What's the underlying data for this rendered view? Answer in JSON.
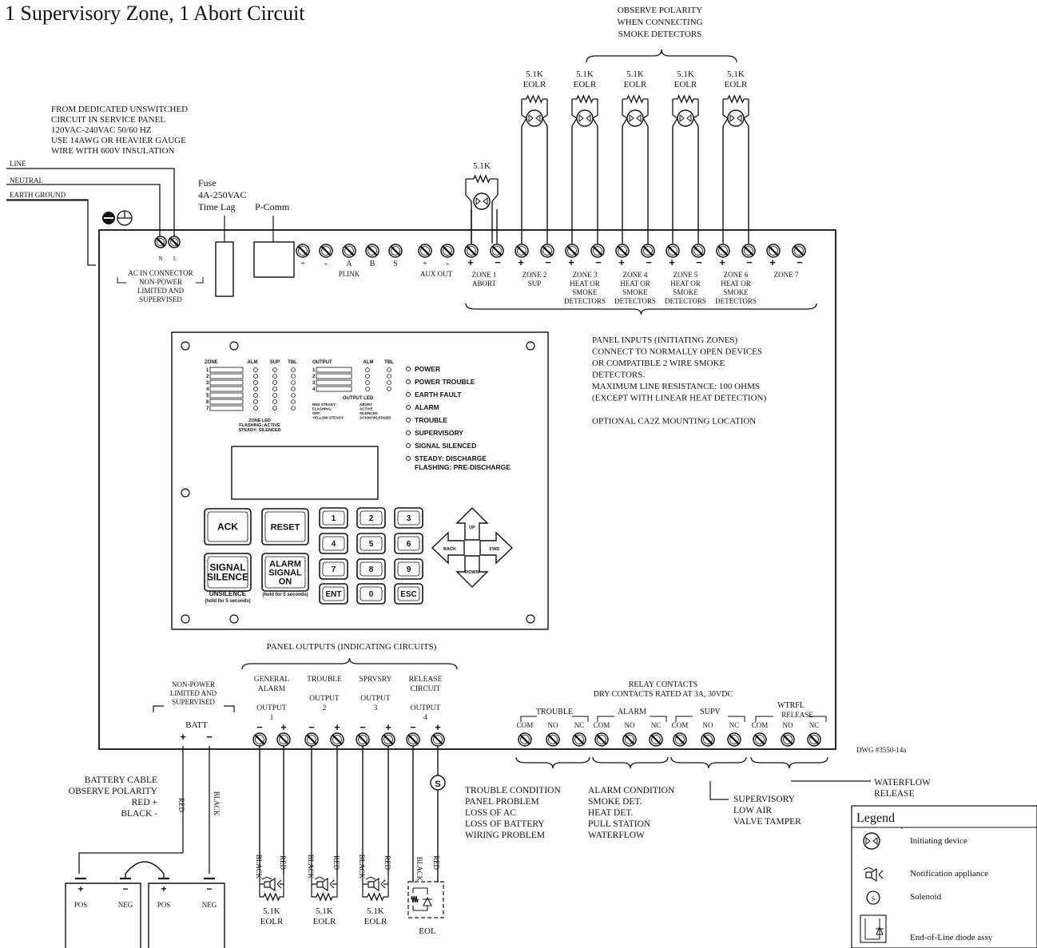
{
  "header": {
    "title": "1 Supervisory Zone, 1 Abort Circuit",
    "observe_note": [
      "OBSERVE POLARITY",
      "WHEN CONNECTING",
      "SMOKE DETECTORS"
    ],
    "eolr_label": [
      "5.1K",
      "EOLR"
    ],
    "abort_resistor": "5.1K"
  },
  "ac_input": {
    "note": [
      "FROM DEDICATED UNSWITCHED",
      "CIRCUIT IN SERVICE PANEL",
      "120VAC-240VAC 50/60 HZ",
      "USE 14AWG OR HEAVIER GAUGE",
      "WIRE WITH 600V INSULATION"
    ],
    "line": "LINE",
    "neutral": "NEUTRAL",
    "earth": "EARTH GROUND",
    "n": "N",
    "l": "L",
    "connector": [
      "AC IN CONNECTOR",
      "NON-POWER",
      "LIMITED AND",
      "SUPERVISED"
    ]
  },
  "fuse": [
    "Fuse",
    "4A-250VAC",
    "Time Lag"
  ],
  "pcomm": "P-Comm",
  "top_terminals": {
    "plink_marks": [
      "+",
      "-",
      "A",
      "B",
      "S"
    ],
    "plink": "PLINK",
    "aux_marks": [
      "+",
      "-"
    ],
    "aux": "AUX OUT",
    "zones": [
      {
        "lines": [
          "ZONE 1",
          "ABORT"
        ]
      },
      {
        "lines": [
          "ZONE 2",
          "SUP"
        ]
      },
      {
        "lines": [
          "ZONE 3",
          "HEAT OR",
          "SMOKE",
          "DETECTORS"
        ]
      },
      {
        "lines": [
          "ZONE 4",
          "HEAT OR",
          "SMOKE",
          "DETECTORS"
        ]
      },
      {
        "lines": [
          "ZONE 5",
          "HEAT OR",
          "SMOKE",
          "DETECTORS"
        ]
      },
      {
        "lines": [
          "ZONE 6",
          "HEAT OR",
          "SMOKE",
          "DETECTORS"
        ]
      },
      {
        "lines": [
          "ZONE 7"
        ]
      }
    ],
    "plus": "+",
    "minus": "−"
  },
  "panel_inputs": [
    "PANEL INPUTS (INITIATING ZONES)",
    "CONNECT TO NORMALLY OPEN DEVICES",
    "OR COMPATIBLE 2 WIRE SMOKE",
    "DETECTORS.",
    "MAXIMUM LINE RESISTANCE: 100 OHMS",
    "(EXCEPT WITH LINEAR HEAT DETECTION)",
    "",
    "OPTIONAL CA2Z MOUNTING LOCATION"
  ],
  "keypad": {
    "zone_header": [
      "ZONE",
      "ALM",
      "SUP",
      "TBL"
    ],
    "zone_numbers": [
      "1",
      "2",
      "3",
      "4",
      "5",
      "6",
      "7"
    ],
    "output_header": [
      "OUTPUT",
      "ALM",
      "TBL"
    ],
    "output_numbers": [
      "1",
      "2",
      "3",
      "4"
    ],
    "zone_led": [
      "ZONE LED",
      "FLASHING: ACTIVE",
      "STEADY:    SILENCED"
    ],
    "output_led_title": "OUTPUT LED",
    "output_led": [
      [
        "RED STEADY:",
        "ABORT"
      ],
      [
        "FLASHING:",
        "ACTIVE"
      ],
      [
        "OFF:",
        "SILENCED"
      ],
      [
        "YELLOW STEADY:",
        "ACKNOWLEDGED"
      ]
    ],
    "status": [
      "POWER",
      "POWER TROUBLE",
      "EARTH FAULT",
      "ALARM",
      "TROUBLE",
      "SUPERVISORY",
      "SIGNAL SILENCED",
      "STEADY: DISCHARGE",
      "FLASHING: PRE-DISCHARGE"
    ],
    "ack": "ACK",
    "reset": "RESET",
    "signal_silence": [
      "SIGNAL",
      "SILENCE"
    ],
    "unsilence": [
      "UNSILENCE",
      "(hold for 5 seconds)"
    ],
    "alarm_signal": [
      "ALARM",
      "SIGNAL",
      "ON"
    ],
    "alarm_hold": "(hold for 5 seconds)",
    "digits": [
      "1",
      "2",
      "3",
      "4",
      "5",
      "6",
      "7",
      "8",
      "9",
      "ENT",
      "0",
      "ESC"
    ],
    "arrows": [
      "UP",
      "DOWN",
      "BACK",
      "FWD"
    ]
  },
  "panel_outputs": {
    "title": "PANEL OUTPUTS (INDICATING CIRCUITS)",
    "outputs": [
      {
        "lines": [
          "GENERAL",
          "ALARM",
          "",
          "OUTPUT",
          "1"
        ]
      },
      {
        "lines": [
          "TROUBLE",
          "",
          "OUTPUT",
          "2"
        ]
      },
      {
        "lines": [
          "SPRVSRY",
          "",
          "OUTPUT",
          "3"
        ]
      },
      {
        "lines": [
          "RELEASE",
          "CIRCUIT",
          "",
          "OUTPUT",
          "4"
        ]
      }
    ],
    "nonpower": [
      "NON-POWER",
      "LIMITED AND",
      "SUPERVISED"
    ],
    "batt": "BATT"
  },
  "relay": {
    "title": [
      "RELAY CONTACTS",
      "DRY CONTACTS RATED AT 3A, 30VDC"
    ],
    "groups": [
      "TROUBLE",
      "ALARM",
      "SUPV",
      "WTRFL"
    ],
    "release": "RELEASE",
    "contacts": [
      "COM",
      "NO",
      "NC"
    ],
    "dwg": "DWG #3550-14a"
  },
  "battery": {
    "note": [
      "BATTERY CABLE",
      "OBSERVE POLARITY",
      "RED +",
      "BLACK -"
    ],
    "red": "RED",
    "black": "BLACK",
    "pos": "POS",
    "neg": "NEG"
  },
  "bottom_wires": {
    "black": "BLACK",
    "red": "RED",
    "eolr": [
      "5.1K",
      "EOLR"
    ],
    "eol": "EOL",
    "solenoid": "S"
  },
  "conditions": {
    "trouble": [
      "TROUBLE CONDITION",
      "PANEL PROBLEM",
      "LOSS OF AC",
      "LOSS OF BATTERY",
      "WIRING PROBLEM"
    ],
    "alarm": [
      "ALARM CONDITION",
      "SMOKE DET.",
      "HEAT DET.",
      "PULL STATION",
      "WATERFLOW"
    ],
    "supv": [
      "SUPERVISORY",
      "LOW AIR",
      "VALVE TAMPER"
    ],
    "waterflow": [
      "WATERFLOW",
      "RELEASE"
    ]
  },
  "legend": {
    "title": "Legend",
    "items": [
      "Initiating device",
      "Notification appliance",
      "Solenoid",
      "End-of-Line diode assy"
    ],
    "solenoid_symbol": "S"
  }
}
